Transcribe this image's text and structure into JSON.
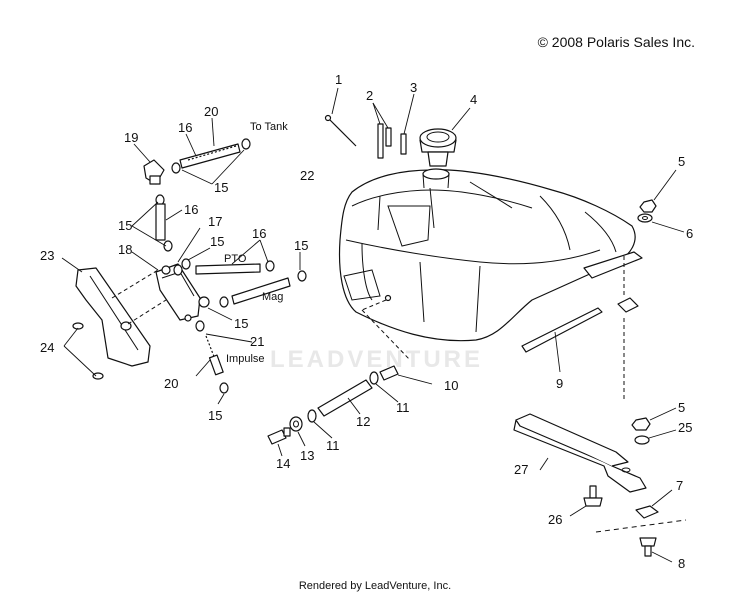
{
  "copyright": "© 2008 Polaris Sales Inc.",
  "footer": "Rendered by LeadVenture, Inc.",
  "watermark": "LEADVENTURE",
  "notes": {
    "to_tank": "To Tank",
    "pto": "PTO",
    "mag": "Mag",
    "impulse": "Impulse"
  },
  "callouts": [
    "1",
    "2",
    "3",
    "4",
    "5",
    "6",
    "22",
    "20",
    "16",
    "19",
    "15",
    "16",
    "15",
    "17",
    "15",
    "16",
    "15",
    "18",
    "23",
    "15",
    "21",
    "24",
    "20",
    "15",
    "10",
    "11",
    "12",
    "11",
    "13",
    "14",
    "9",
    "5",
    "25",
    "27",
    "7",
    "26",
    "8"
  ]
}
